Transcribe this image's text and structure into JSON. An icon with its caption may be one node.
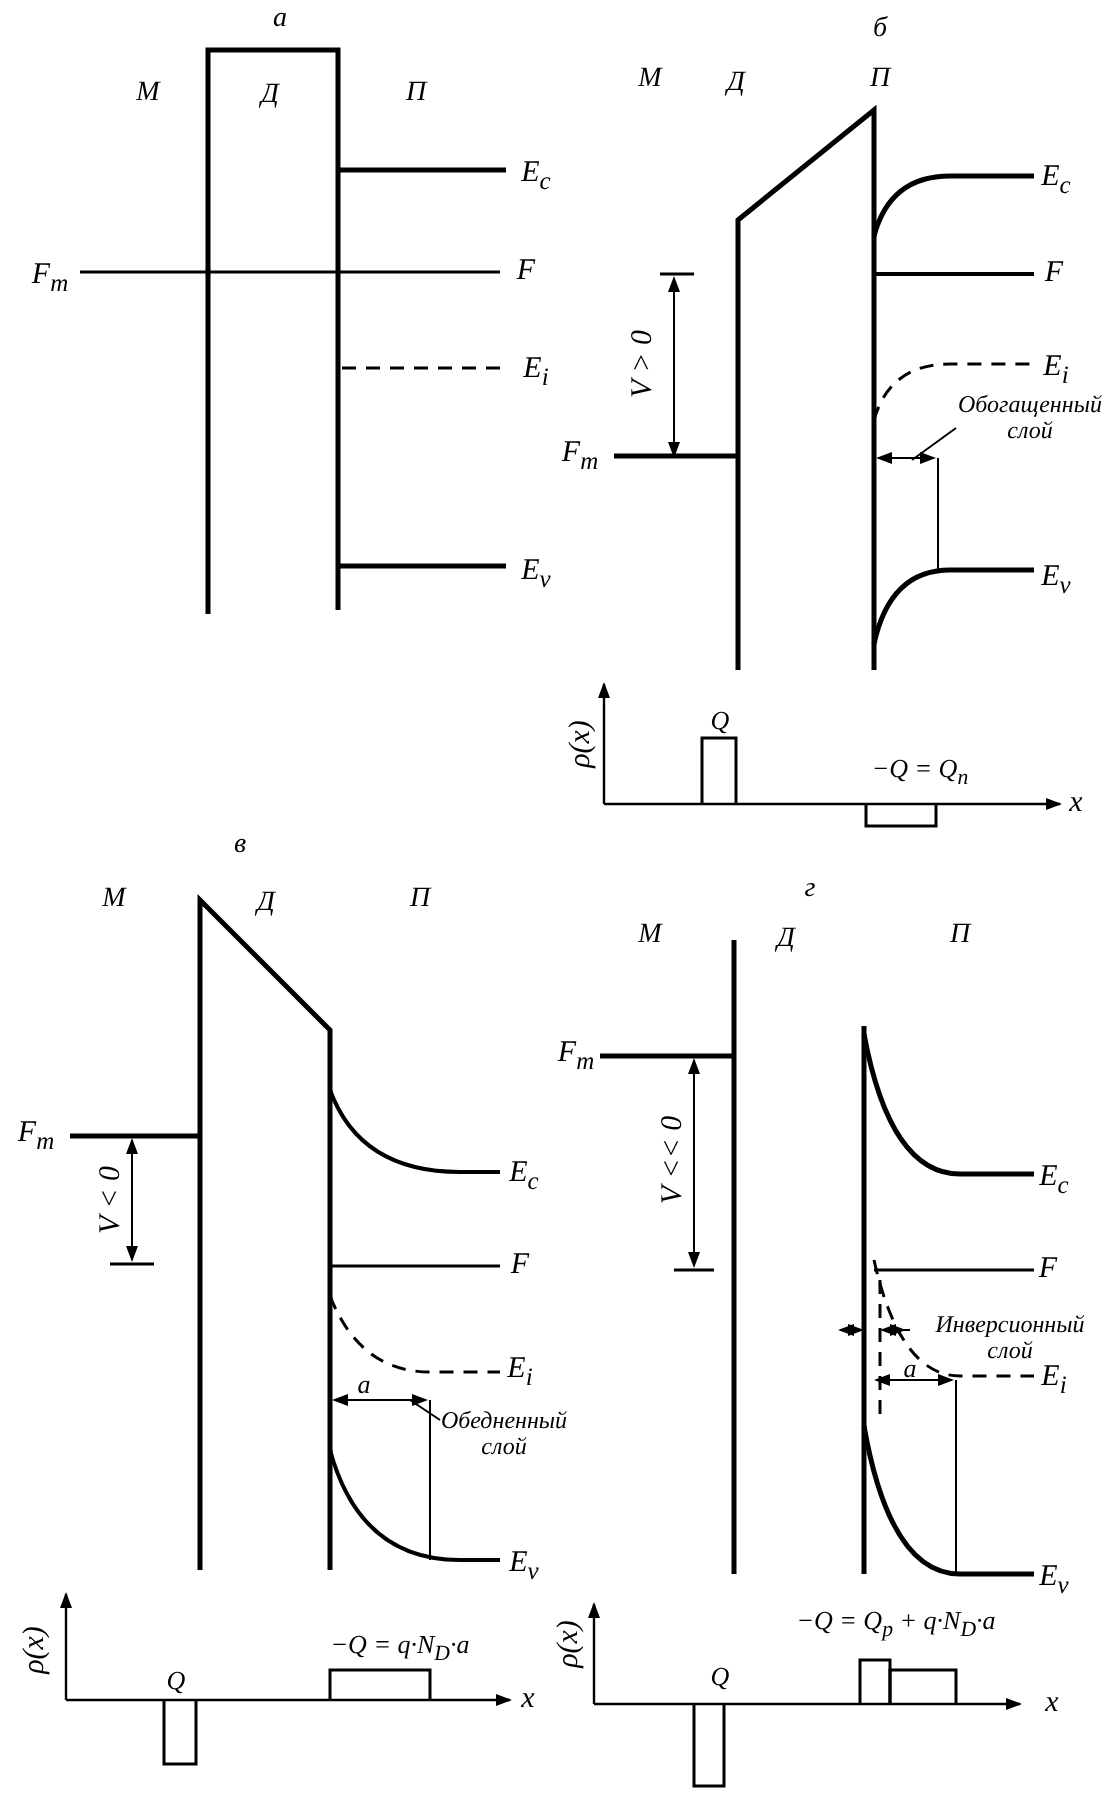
{
  "diagram": {
    "nodes": [
      {
        "text": [
          "Обогащенный слой"
        ]
      },
      {
        "text": [
          "Обедненный слой"
        ]
      },
      {
        "text": [
          "Инверсионный слой"
        ]
      }
    ],
    "edges": [
      {
        "from": 0,
        "to": null,
        "arrow": "none"
      },
      {
        "from": 1,
        "to": null,
        "arrow": "none"
      },
      {
        "from": 2,
        "to": null,
        "arrow": "none"
      }
    ],
    "labels": [
      "а",
      "М",
      "Д",
      "П",
      "E$_{c}$",
      "F$_{m}$",
      "F",
      "E$_{i}$",
      "E$_{v}$",
      "б",
      "М",
      "Д",
      "П",
      "E$_{c}$",
      "F",
      "V > 0",
      "E$_{i}$",
      "F$_{m}$",
      "E$_{v}$",
      "ρ(x)",
      "Q",
      "−Q = Q$_{n}$",
      "x",
      "в",
      "М",
      "Д",
      "П",
      "F$_{m}$",
      "V < 0",
      "E$_{c}$",
      "F",
      "E$_{i}$",
      "a",
      "E$_{v}$",
      "ρ(x)",
      "−Q = q·N$_{D}$·a",
      "Q",
      "x",
      "г",
      "М",
      "Д",
      "П",
      "F$_{m}$",
      "V << 0",
      "E$_{c}$",
      "F",
      "E$_{i}$",
      "a",
      "E$_{v}$",
      "ρ(x)",
      "−Q = Q$_{p}$ + q·N$_{D}$·a",
      "Q",
      "x"
    ]
  }
}
